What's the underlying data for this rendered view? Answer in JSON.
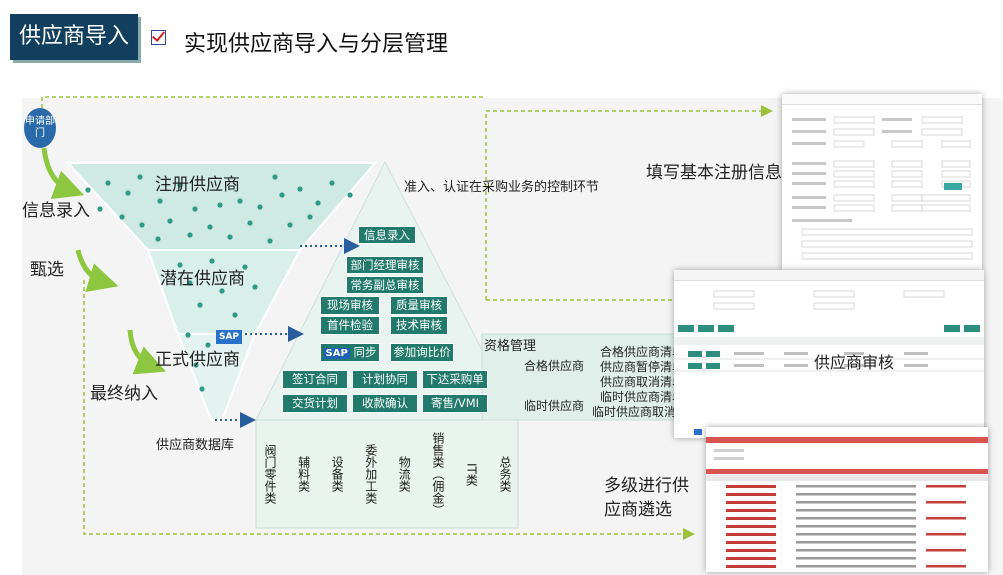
{
  "header": {
    "title_box": "供应商导入",
    "subtitle": "实现供应商导入与分层管理"
  },
  "left": {
    "apply_dept": "申请部门",
    "info_entry": "信息录入",
    "screening": "甄选",
    "final_incl": "最终纳入",
    "db": "供应商数据库"
  },
  "funnel": {
    "tier1": "注册供应商",
    "tier2": "潜在供应商",
    "tier3": "正式供应商"
  },
  "pyramid": {
    "top_caption": "准入、认证在采购业务的控制环节",
    "info_entry_box": "信息录入",
    "row1": [
      "部门经理审核"
    ],
    "row2": [
      "常务副总审核"
    ],
    "row3": [
      "现场审核",
      "质量审核"
    ],
    "row4": [
      "首件检验",
      "技术审核"
    ],
    "sap_logo": "SAP",
    "sync": "同步",
    "inquiry": "参加询比价",
    "row6": [
      "签订合同",
      "计划协同",
      "下达采购单"
    ],
    "row7": [
      "交货计划",
      "收款确认",
      "寄售/VMI"
    ]
  },
  "qualification": {
    "title": "资格管理",
    "qualified": "合格供应商",
    "temp": "临时供应商",
    "lists": [
      "合格供应商清单",
      "供应商暂停清单",
      "供应商取消清单",
      "临时供应商清单",
      "临时供应商取消清单"
    ]
  },
  "categories": [
    "阀门零件类",
    "辅料类",
    "设备类",
    "委外加工类",
    "物流类",
    "销售类（佣金）",
    "IT类",
    "总务类"
  ],
  "right": {
    "fill_info": "填写基本注册信息",
    "audit": "供应商审核",
    "multi_level": "多级进行供应商遴选"
  }
}
